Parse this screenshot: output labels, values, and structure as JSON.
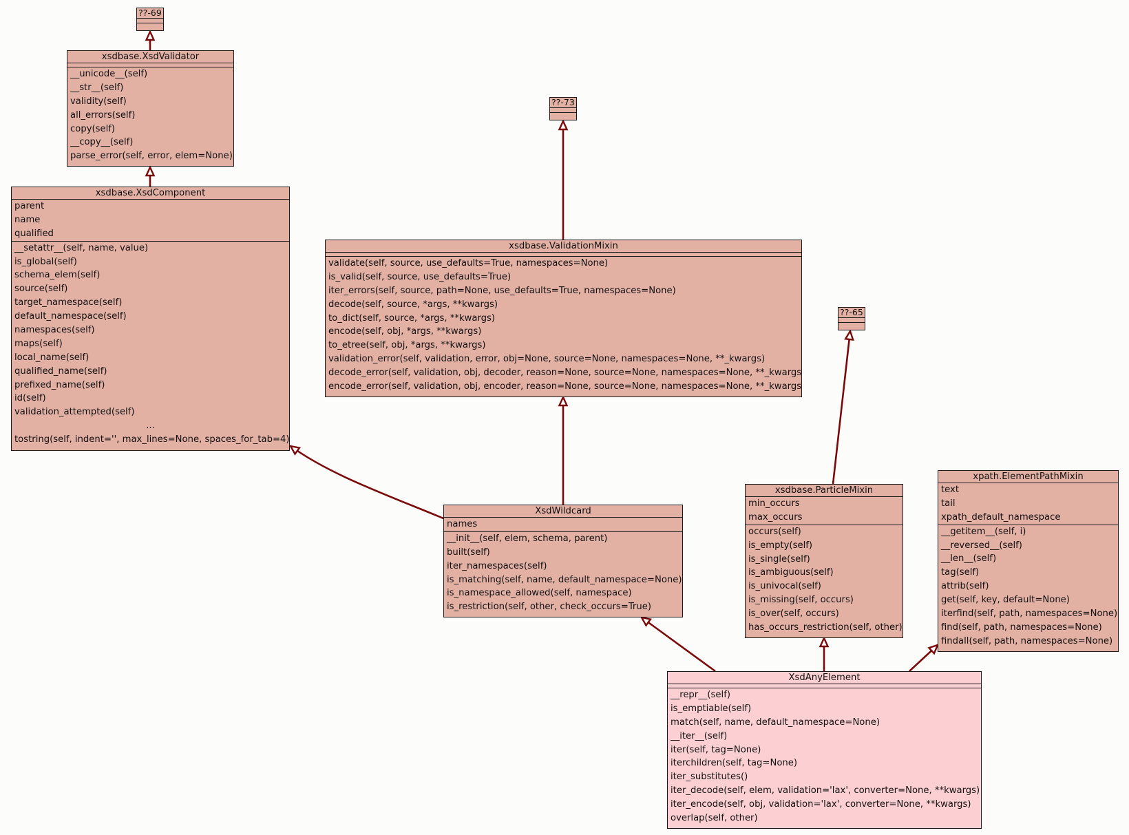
{
  "colors": {
    "edge": "#7a0a0a",
    "node_fill": "#e3b0a4",
    "target_fill": "#fcd0d2",
    "border": "#1a1a1a",
    "background": "#fcfcfa"
  },
  "nodes": {
    "n69": {
      "title": "??-69",
      "attrs": [],
      "methods": []
    },
    "validator": {
      "title": "xsdbase.XsdValidator",
      "attrs": [],
      "methods": [
        "__unicode__(self)",
        "__str__(self)",
        "validity(self)",
        "all_errors(self)",
        "copy(self)",
        "__copy__(self)",
        "parse_error(self, error, elem=None)"
      ]
    },
    "component": {
      "title": "xsdbase.XsdComponent",
      "attrs": [
        "parent",
        "name",
        "qualified"
      ],
      "methods": [
        "__setattr__(self, name, value)",
        "is_global(self)",
        "schema_elem(self)",
        "source(self)",
        "target_namespace(self)",
        "default_namespace(self)",
        "namespaces(self)",
        "maps(self)",
        "local_name(self)",
        "qualified_name(self)",
        "prefixed_name(self)",
        "id(self)",
        "validation_attempted(self)",
        "...",
        "tostring(self, indent='', max_lines=None, spaces_for_tab=4)"
      ]
    },
    "n73": {
      "title": "??-73",
      "attrs": [],
      "methods": []
    },
    "validation_mixin": {
      "title": "xsdbase.ValidationMixin",
      "attrs": [],
      "methods": [
        "validate(self, source, use_defaults=True, namespaces=None)",
        "is_valid(self, source, use_defaults=True)",
        "iter_errors(self, source, path=None, use_defaults=True, namespaces=None)",
        "decode(self, source, *args, **kwargs)",
        "to_dict(self, source, *args, **kwargs)",
        "encode(self, obj, *args, **kwargs)",
        "to_etree(self, obj, *args, **kwargs)",
        "validation_error(self, validation, error, obj=None, source=None, namespaces=None, **_kwargs)",
        "decode_error(self, validation, obj, decoder, reason=None, source=None, namespaces=None, **_kwargs)",
        "encode_error(self, validation, obj, encoder, reason=None, source=None, namespaces=None, **_kwargs)"
      ]
    },
    "n65": {
      "title": "??-65",
      "attrs": [],
      "methods": []
    },
    "wildcard": {
      "title": "XsdWildcard",
      "attrs": [
        "names"
      ],
      "methods": [
        "__init__(self, elem, schema, parent)",
        "built(self)",
        "iter_namespaces(self)",
        "is_matching(self, name, default_namespace=None)",
        "is_namespace_allowed(self, namespace)",
        "is_restriction(self, other, check_occurs=True)"
      ]
    },
    "particle_mixin": {
      "title": "xsdbase.ParticleMixin",
      "attrs": [
        "min_occurs",
        "max_occurs"
      ],
      "methods": [
        "occurs(self)",
        "is_empty(self)",
        "is_single(self)",
        "is_ambiguous(self)",
        "is_univocal(self)",
        "is_missing(self, occurs)",
        "is_over(self, occurs)",
        "has_occurs_restriction(self, other)"
      ]
    },
    "elementpath_mixin": {
      "title": "xpath.ElementPathMixin",
      "attrs": [
        "text",
        "tail",
        "xpath_default_namespace"
      ],
      "methods": [
        "__getitem__(self, i)",
        "__reversed__(self)",
        "__len__(self)",
        "tag(self)",
        "attrib(self)",
        "get(self, key, default=None)",
        "iterfind(self, path, namespaces=None)",
        "find(self, path, namespaces=None)",
        "findall(self, path, namespaces=None)"
      ]
    },
    "any_element": {
      "title": "XsdAnyElement",
      "attrs": [],
      "methods": [
        "__repr__(self)",
        "is_emptiable(self)",
        "match(self, name, default_namespace=None)",
        "__iter__(self)",
        "iter(self, tag=None)",
        "iterchildren(self, tag=None)",
        "iter_substitutes()",
        "iter_decode(self, elem, validation='lax', converter=None, **kwargs)",
        "iter_encode(self, obj, validation='lax', converter=None, **kwargs)",
        "overlap(self, other)"
      ]
    }
  }
}
